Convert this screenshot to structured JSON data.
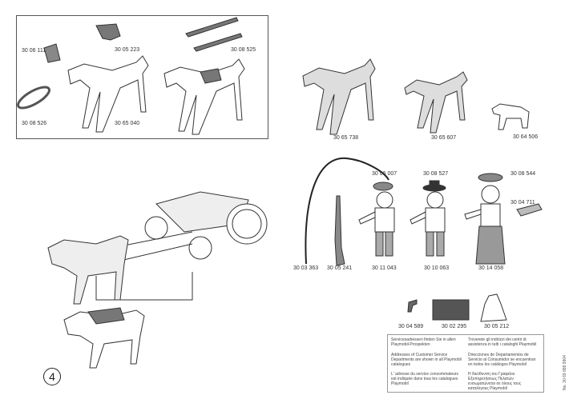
{
  "step_number": "4",
  "top_panel": {
    "parts": [
      "30 06 111",
      "30 05 223",
      "30 08 526",
      "30 65 040",
      "30 08 525"
    ]
  },
  "animals": [
    "30 65 738",
    "30 65 607",
    "30 64 506"
  ],
  "accessories_top": [
    "30 06 007",
    "30 08 527",
    "30 08 544",
    "30 04 711"
  ],
  "figures_row": [
    "30 03 363",
    "30 05 241",
    "30 11 043",
    "30 10 063",
    "30 14 058"
  ],
  "bottom_parts": [
    "30 04 589",
    "30 02 295",
    "30 05 212"
  ],
  "service_info": [
    "Servicesadressen finden Sie in allen Playmobil-Prospekten",
    "Troverete gli indirizzi dei centri di assistenza in tutti i cataloghi Playmobil",
    "Addresses of Customer Service Departments are shown in all Playmobil catalogues",
    "Direcciones de Departamentos de Servicio al Consumidor se encuentran en todos los catálogos Playmobil",
    "L' adresse du service consommateurs est indiquée dans tous les catalogues Playmobil",
    "Η διεύθυνση του Γραφείου Εξυπηρετήσεως Πελατών ενσωματώνεται σε όλους τους καταλόγους Playmobil"
  ],
  "document_number": "No. 30 69 889 9904"
}
